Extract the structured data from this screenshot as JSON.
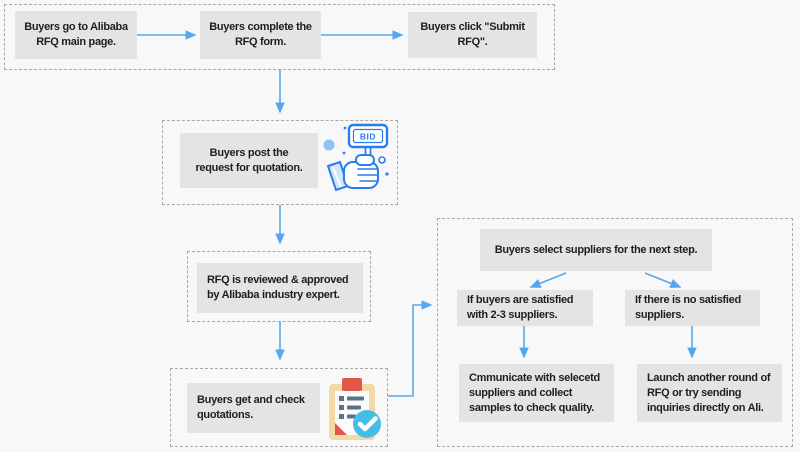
{
  "colors": {
    "bg": "#f8f8f8",
    "box_fill": "#e4e4e4",
    "dash": "#a8a8a8",
    "text": "#1e1e1e",
    "accent": "#55a8f0",
    "icon_blue": "#2b7de9",
    "icon_blue_light": "#cfe6fb",
    "clip_red": "#e2574c",
    "board_tan": "#f2d9a6",
    "paper": "#fbfbfb",
    "slate": "#5b7386",
    "check_blue": "#45bde9"
  },
  "top_row": {
    "steps": [
      "Buyers go to Alibaba\nRFQ main page.",
      "Buyers complete the\nRFQ form.",
      "Buyers click \"Submit\nRFQ\"."
    ]
  },
  "middle": {
    "post_request": "Buyers post  the\nrequest for quotation.",
    "review": "RFQ is reviewed & approved\nby Alibaba industry expert.",
    "quotations": "Buyers get and check\nquotations."
  },
  "right": {
    "select": "Buyers select suppliers for the next step.",
    "satisfied": "If buyers are satisfied\nwith 2-3 suppliers.",
    "unsatisfied": "If there is no satisfied\nsuppliers.",
    "communicate": "Cmmunicate with selecetd\nsuppliers and collect\nsamples to check quality.",
    "launch": "Launch another round of\nRFQ or try sending\ninquiries directly on Ali."
  },
  "icons": {
    "bid_sign_label": "BID",
    "bid_icon_meaning": "hand holding a BID sign",
    "clipboard_icon_meaning": "quotation checklist with check mark"
  }
}
